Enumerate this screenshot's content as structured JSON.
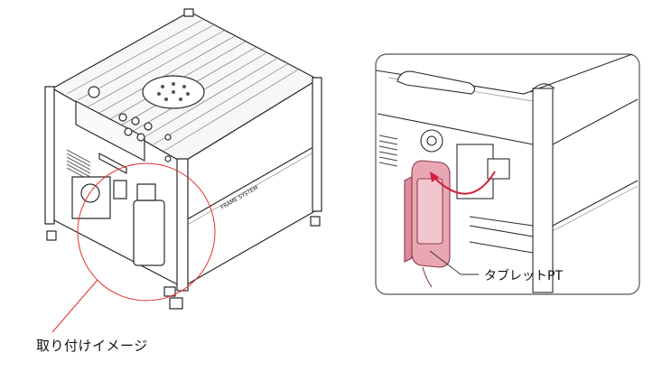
{
  "caption": "取り付けイメージ",
  "callout_label": "タブレットPT",
  "brand_text": "FRAME SYSTEM",
  "colors": {
    "line": "#2a2a2a",
    "callout_red": "#e03030",
    "tablet_pink": "#e9a7b4",
    "arrow_red": "#d41e3a",
    "panel_border": "#555555"
  }
}
